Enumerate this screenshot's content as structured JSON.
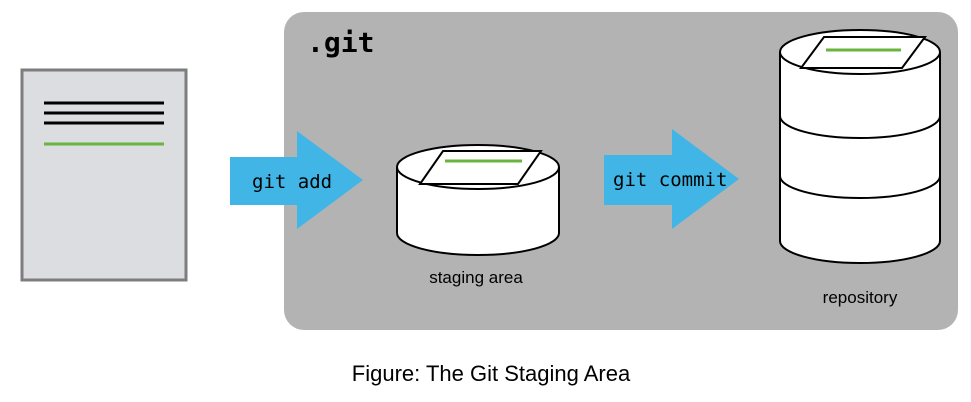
{
  "git_dir": {
    "label": ".git"
  },
  "arrows": {
    "add": {
      "label": "git add"
    },
    "commit": {
      "label": "git commit"
    }
  },
  "staging": {
    "label": "staging area"
  },
  "repository": {
    "label": "repository"
  },
  "caption": "Figure: The Git Staging Area",
  "colors": {
    "git_area": "#b3b3b3",
    "document": "#dcdde0",
    "document_border": "#7d7d7d",
    "arrow": "#41b6e6",
    "green_line": "#6ab43e",
    "ink": "#000000"
  }
}
